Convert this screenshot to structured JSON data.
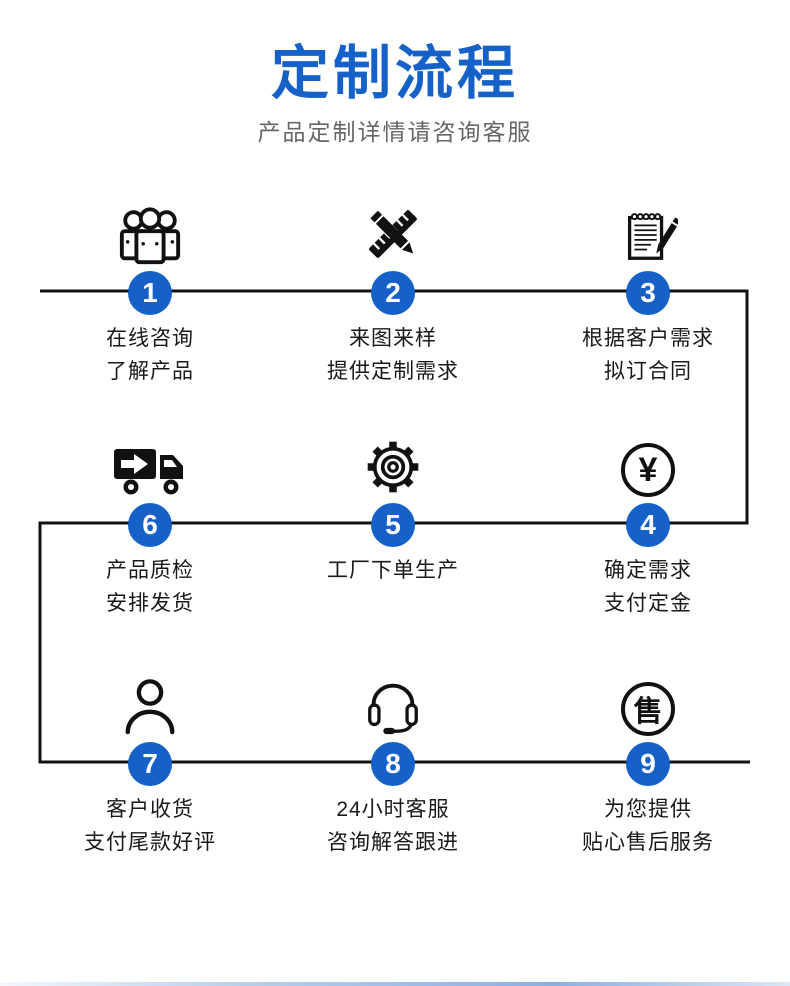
{
  "colors": {
    "accent": "#1561c8",
    "line": "#111111",
    "text": "#1a1a1a",
    "subtitle": "#666666"
  },
  "header": {
    "title": "定制流程",
    "subtitle": "产品定制详情请咨询客服"
  },
  "steps": [
    {
      "number": "1",
      "icon": "people-icon",
      "line1": "在线咨询",
      "line2": "了解产品"
    },
    {
      "number": "2",
      "icon": "ruler-pencil-icon",
      "line1": "来图来样",
      "line2": "提供定制需求"
    },
    {
      "number": "3",
      "icon": "notepad-pen-icon",
      "line1": "根据客户需求",
      "line2": "拟订合同"
    },
    {
      "number": "4",
      "icon": "yuan-icon",
      "line1": "确定需求",
      "line2": "支付定金"
    },
    {
      "number": "5",
      "icon": "gear-icon",
      "line1": "工厂下单生产",
      "line2": ""
    },
    {
      "number": "6",
      "icon": "truck-icon",
      "line1": "产品质检",
      "line2": "安排发货"
    },
    {
      "number": "7",
      "icon": "person-icon",
      "line1": "客户收货",
      "line2": "支付尾款好评"
    },
    {
      "number": "8",
      "icon": "headset-icon",
      "line1": "24小时客服",
      "line2": "咨询解答跟进"
    },
    {
      "number": "9",
      "icon": "after-sale-icon",
      "line1": "为您提供",
      "line2": "贴心售后服务"
    }
  ],
  "icon_glyphs": {
    "yuan": "¥",
    "after_sale": "售"
  }
}
